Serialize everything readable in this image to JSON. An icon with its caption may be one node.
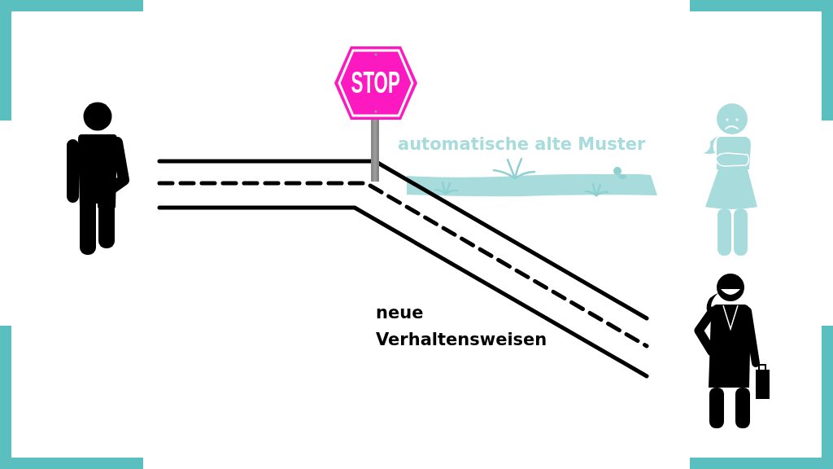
{
  "diagram": {
    "nodes": [
      {
        "text": [
          "STOP"
        ]
      }
    ],
    "labels": [
      "automatische alte Muster",
      "neue Verhaltensweisen"
    ]
  }
}
